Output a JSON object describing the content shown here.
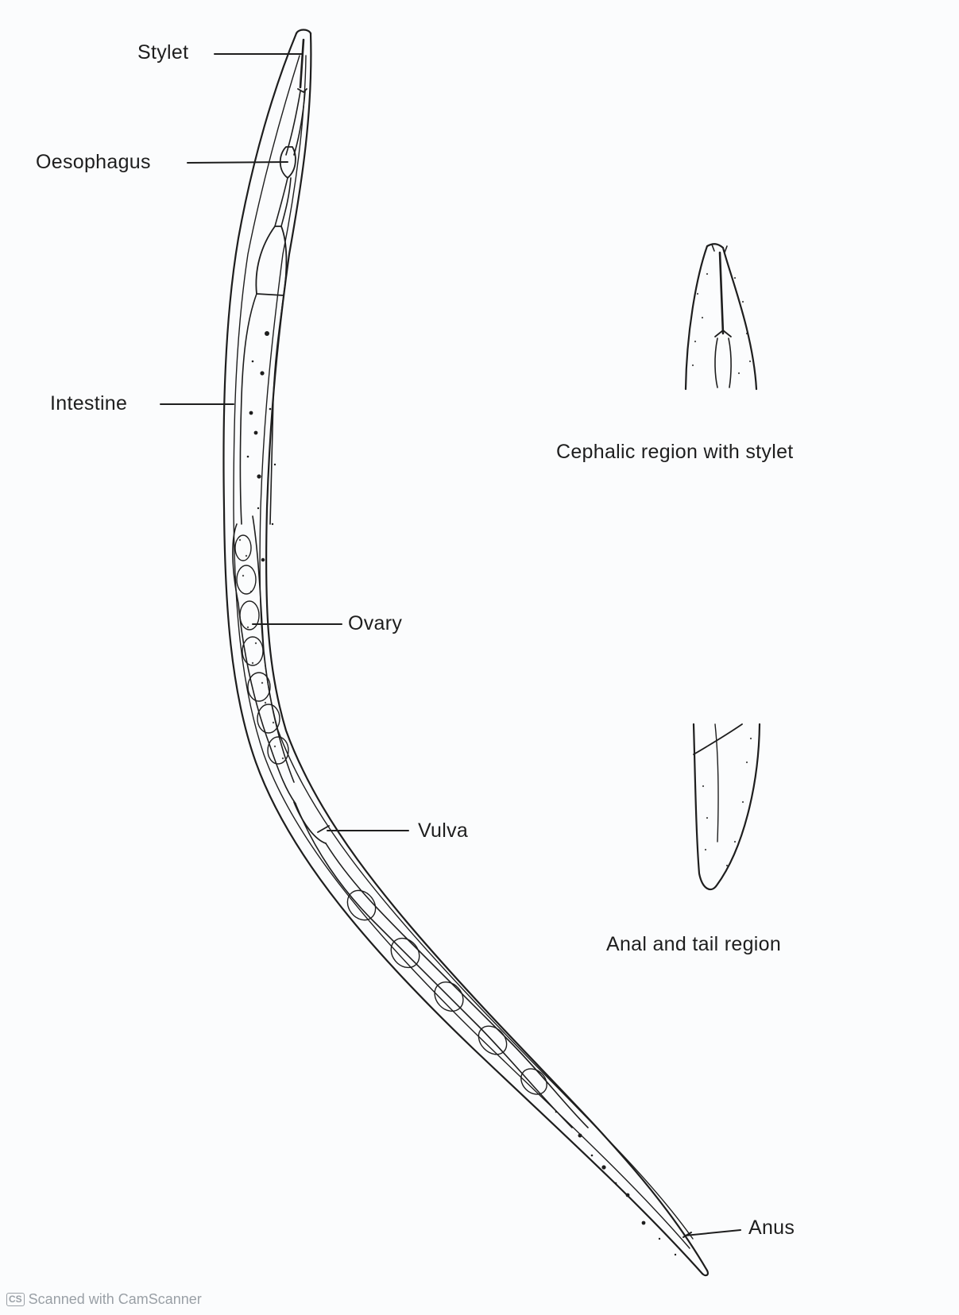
{
  "labels": {
    "stylet": "Stylet",
    "oesophagus": "Oesophagus",
    "intestine": "Intestine",
    "ovary": "Ovary",
    "vulva": "Vulva",
    "anus": "Anus"
  },
  "captions": {
    "cephalic": "Cephalic region with stylet",
    "anal_tail": "Anal and tail region"
  },
  "footer": {
    "badge": "CS",
    "text": "Scanned with CamScanner"
  },
  "colors": {
    "ink": "#1e1e1e",
    "paper": "#fbfcfd",
    "footer_text": "#9aa0a6"
  }
}
